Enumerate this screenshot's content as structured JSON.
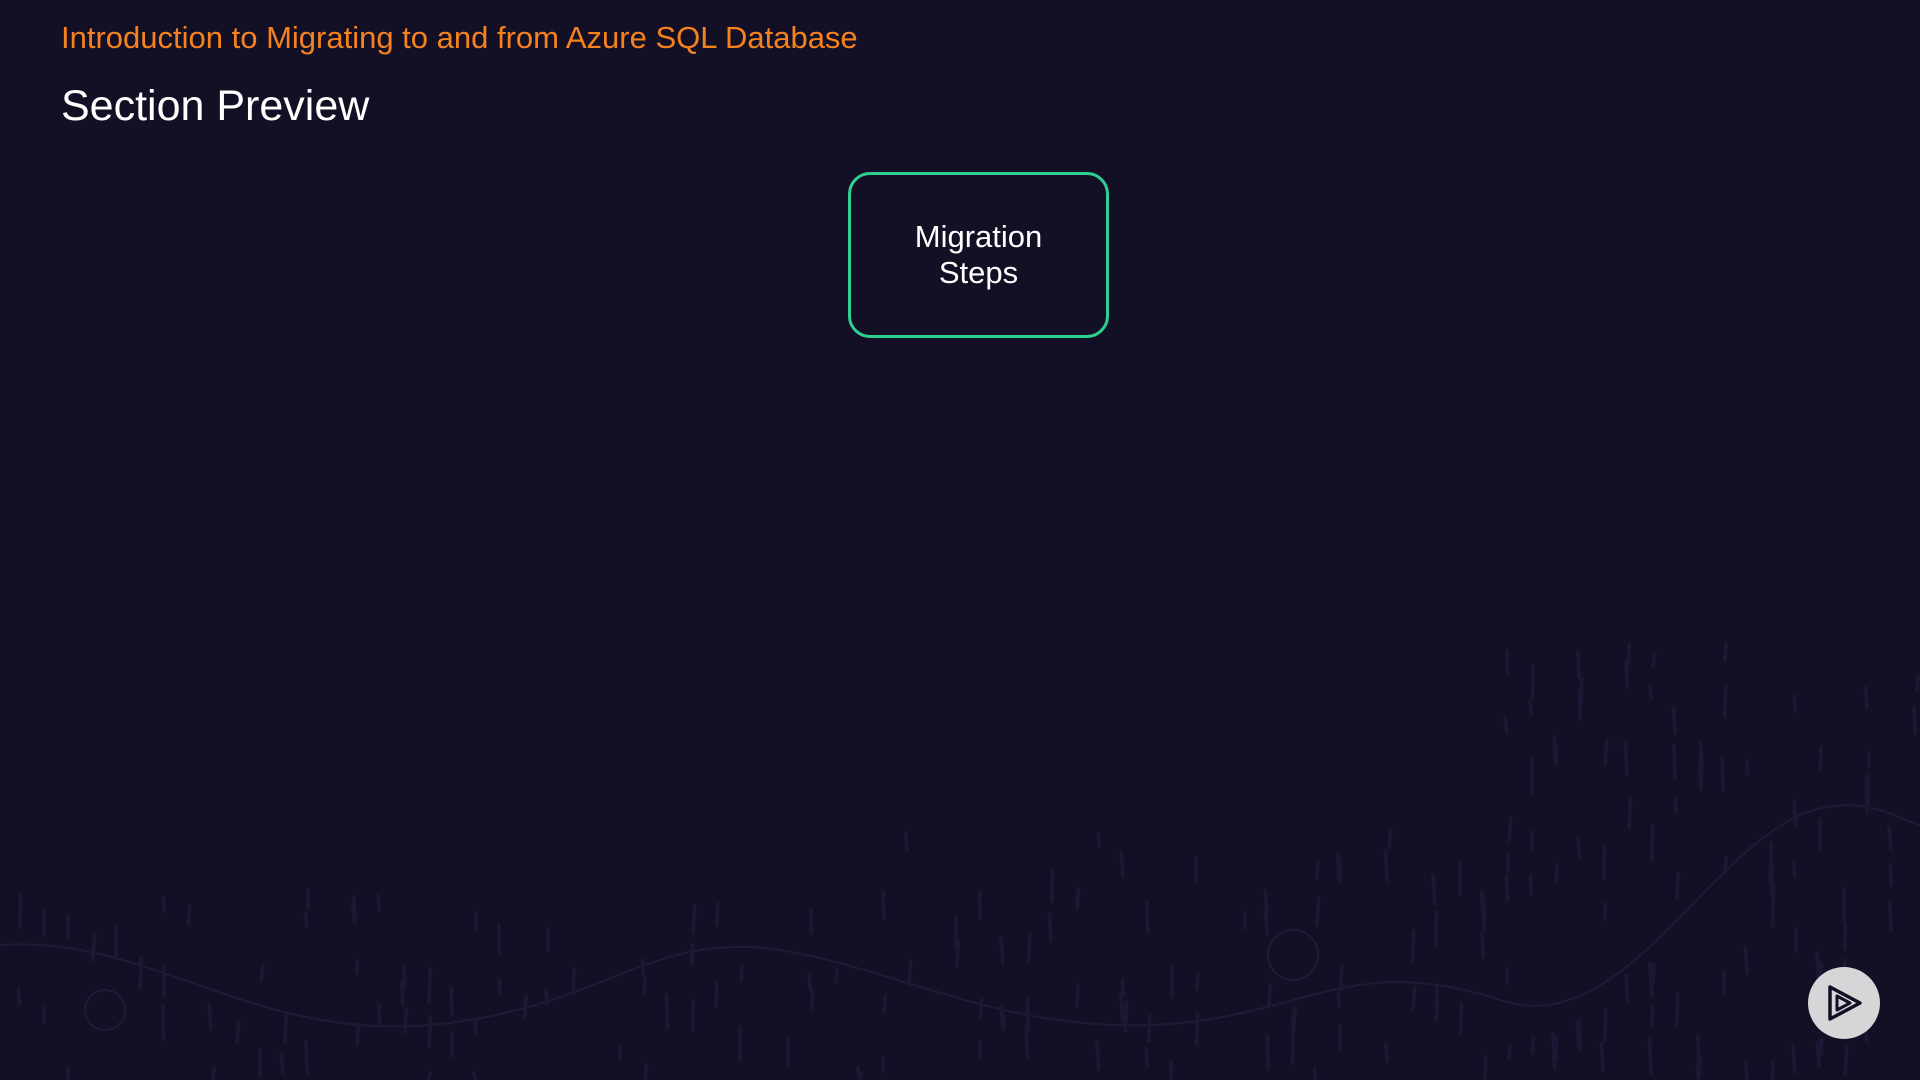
{
  "slide": {
    "course_title": "Introduction to Migrating to and from Azure SQL Database",
    "section_title": "Section Preview"
  },
  "diagram": {
    "nodes": [
      {
        "label": "Migration Steps"
      }
    ]
  },
  "colors": {
    "background": "#130f24",
    "course_title": "#f5821f",
    "node_border": "#2fce93",
    "text": "#ffffff",
    "badge": "#d6d6d9"
  },
  "icons": {
    "brand_badge": "play-logo-icon"
  }
}
